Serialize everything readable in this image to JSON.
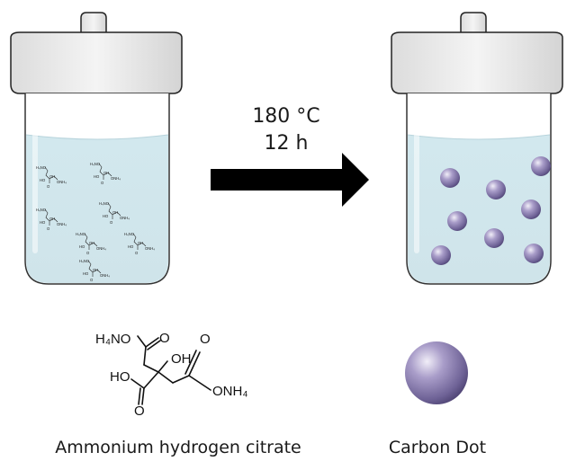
{
  "reaction": {
    "temperature": "180 °C",
    "duration": "12 h"
  },
  "labels": {
    "reactant": "Ammonium hydrogen citrate",
    "product": "Carbon Dot"
  },
  "structure": {
    "ammonium_group": "H4NO",
    "hydroxyl": "OH",
    "acid_oxygen": "HO",
    "ammonium_ester": "ONH4",
    "carbonyl_o": "O"
  },
  "colors": {
    "solution": "#d6ebef",
    "lid": "#e8e8e8",
    "dot": "#8f82b4",
    "arrow": "#000000"
  }
}
